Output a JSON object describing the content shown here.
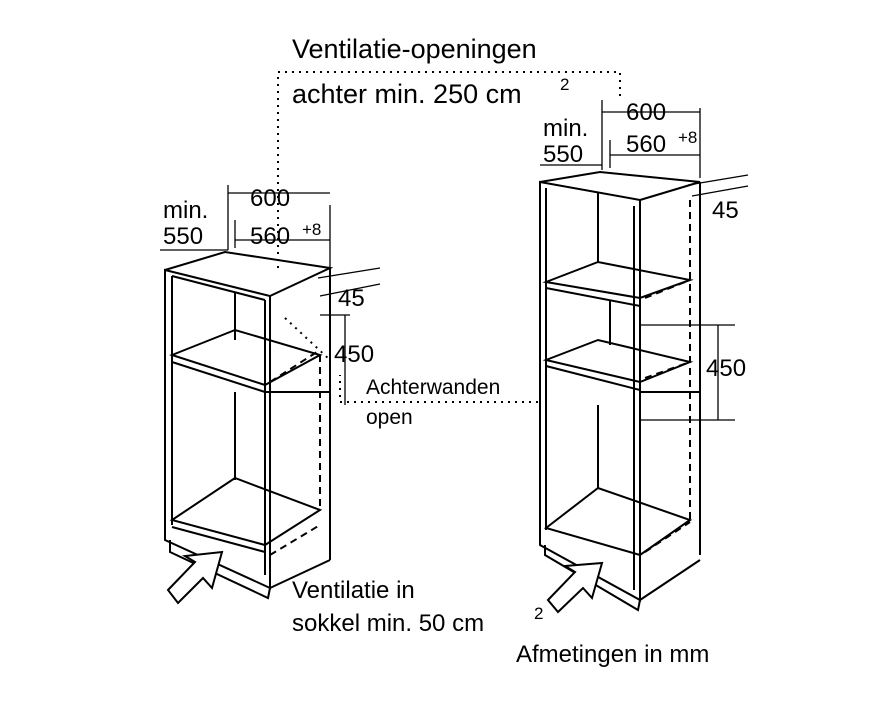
{
  "labels": {
    "vent_openings_title": "Ventilatie-openingen",
    "vent_openings_rear": "achter min. 250 cm",
    "vent_openings_sup": "2",
    "rear_walls_open_1": "Achterwanden",
    "rear_walls_open_2": "open",
    "vent_plinth_1": "Ventilatie in",
    "vent_plinth_2": "sokkel min. 50 cm",
    "vent_plinth_sup": "2",
    "units_note": "Afmetingen in mm"
  },
  "left_cabinet": {
    "min_label": "min.",
    "depth_min": "550",
    "width_outer": "600",
    "width_niche": "560",
    "width_niche_tol": "+8",
    "offset": "45",
    "niche_height": "450"
  },
  "right_cabinet": {
    "min_label": "min.",
    "depth_min": "550",
    "width_outer": "600",
    "width_niche": "560",
    "width_niche_tol": "+8",
    "offset": "45",
    "niche_height": "450"
  }
}
